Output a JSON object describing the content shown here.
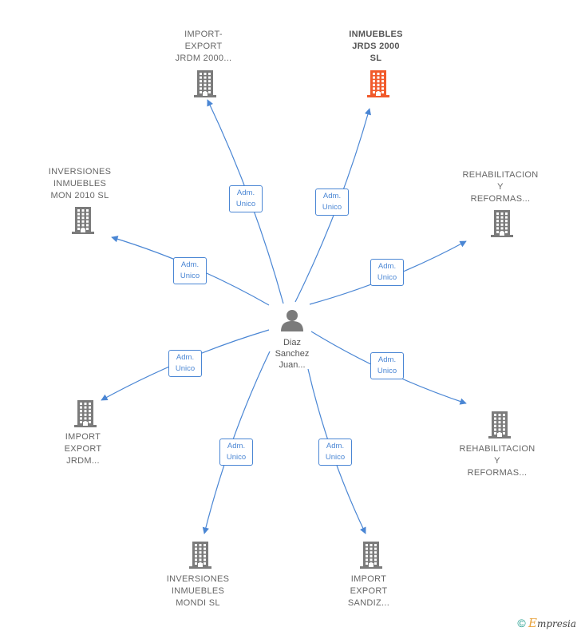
{
  "center": {
    "lines": [
      "Diaz",
      "Sanchez",
      "Juan..."
    ],
    "icon": "person-icon"
  },
  "edge_label": {
    "line1": "Adm.",
    "line2": "Unico"
  },
  "colors": {
    "edge": "#4a86d4",
    "building": "#7b7b7b",
    "highlight": "#f15a2b",
    "text": "#666666"
  },
  "nodes": [
    {
      "id": "n1",
      "lines": [
        "IMPORT-",
        "EXPORT",
        "JRDM 2000..."
      ],
      "highlight": false
    },
    {
      "id": "n2",
      "lines": [
        "INMUEBLES",
        "JRDS 2000",
        "SL"
      ],
      "highlight": true
    },
    {
      "id": "n3",
      "lines": [
        "INVERSIONES",
        "INMUEBLES",
        "MON 2010  SL"
      ],
      "highlight": false
    },
    {
      "id": "n4",
      "lines": [
        "REHABILITACION",
        "Y",
        "REFORMAS..."
      ],
      "highlight": false
    },
    {
      "id": "n5",
      "lines": [
        "IMPORT",
        "EXPORT",
        "JRDM..."
      ],
      "highlight": false
    },
    {
      "id": "n6",
      "lines": [
        "REHABILITACION",
        "Y",
        "REFORMAS..."
      ],
      "highlight": false
    },
    {
      "id": "n7",
      "lines": [
        "INVERSIONES",
        "INMUEBLES",
        "MONDI  SL"
      ],
      "highlight": false
    },
    {
      "id": "n8",
      "lines": [
        "IMPORT",
        "EXPORT",
        "SANDIZ..."
      ],
      "highlight": false
    }
  ],
  "footer": {
    "copyright": "©",
    "brand_first": "E",
    "brand_rest": "mpresia"
  }
}
